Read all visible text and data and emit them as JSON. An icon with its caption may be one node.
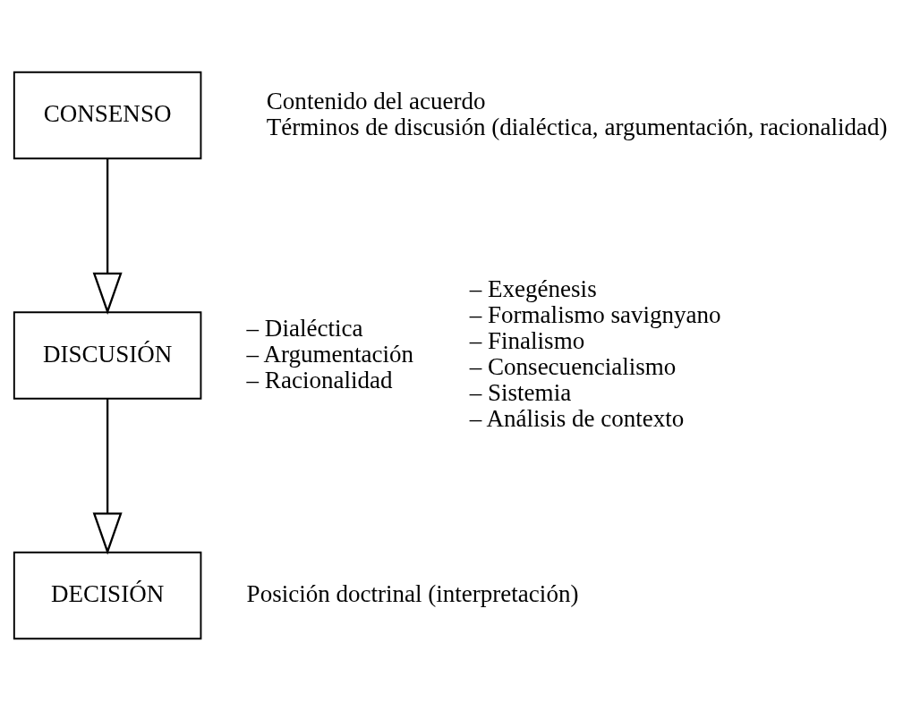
{
  "diagram": {
    "nodes": [
      {
        "text": [
          "CONSENSO"
        ],
        "beside": [
          "Contenido del acuerdo",
          "Términos de discusión (dialéctica, argumentación, racionalidad)"
        ]
      },
      {
        "text": [
          "DISCUSIÓN"
        ],
        "beside": [
          "– Dialéctica",
          "– Argumentación",
          "– Racionalidad"
        ]
      },
      {
        "text": [
          "DECISIÓN"
        ],
        "beside": [
          "Posición doctrinal (interpretación)"
        ]
      }
    ],
    "edges": [
      {
        "from": 0,
        "to": 1,
        "arrow": "to"
      },
      {
        "from": 1,
        "to": 2,
        "arrow": "to"
      }
    ],
    "labels": [
      "– Exegénesis",
      "– Formalismo savignyano",
      "– Finalismo",
      "– Consecuencialismo",
      "– Sistemia",
      "– Análisis de contexto"
    ]
  }
}
